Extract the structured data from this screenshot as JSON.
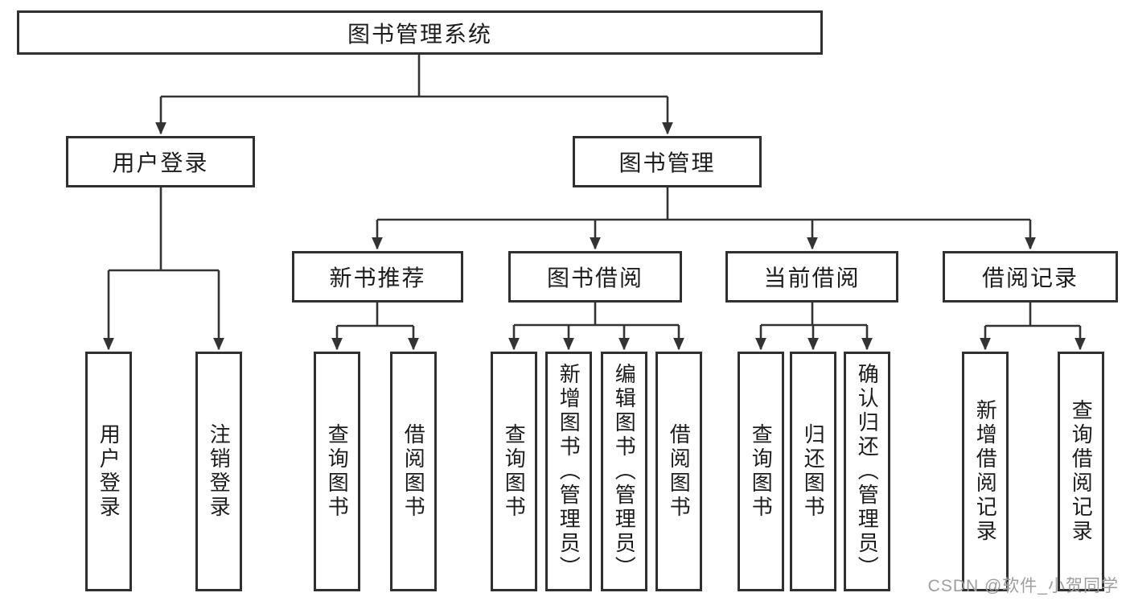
{
  "diagram_title": "图书管理系统",
  "nodes": {
    "root": "图书管理系统",
    "user_login": "用户登录",
    "book_management": "图书管理",
    "new_book_recommend": "新书推荐",
    "book_borrow": "图书借阅",
    "current_borrow": "当前借阅",
    "borrow_records": "借阅记录",
    "leaf_user_login": "用户登录",
    "leaf_logout": "注销登录",
    "nbr_query_books": "查询图书",
    "nbr_borrow_books": "借阅图书",
    "bb_query_books": "查询图书",
    "bb_add_books_admin": "新增图书（管理员）",
    "bb_edit_books_admin": "编辑图书（管理员）",
    "bb_borrow_books": "借阅图书",
    "cb_query_books": "查询图书",
    "cb_return_books": "归还图书",
    "cb_confirm_return_admin": "确认归还（管理员）",
    "br_add_record": "新增借阅记录",
    "br_query_record": "查询借阅记录"
  },
  "hierarchy": [
    {
      "parent": "图书管理系统",
      "children": [
        "用户登录",
        "图书管理"
      ]
    },
    {
      "parent": "用户登录",
      "children": [
        "用户登录",
        "注销登录"
      ]
    },
    {
      "parent": "图书管理",
      "children": [
        "新书推荐",
        "图书借阅",
        "当前借阅",
        "借阅记录"
      ]
    },
    {
      "parent": "新书推荐",
      "children": [
        "查询图书",
        "借阅图书"
      ]
    },
    {
      "parent": "图书借阅",
      "children": [
        "查询图书",
        "新增图书（管理员）",
        "编辑图书（管理员）",
        "借阅图书"
      ]
    },
    {
      "parent": "当前借阅",
      "children": [
        "查询图书",
        "归还图书",
        "确认归还（管理员）"
      ]
    },
    {
      "parent": "借阅记录",
      "children": [
        "新增借阅记录",
        "查询借阅记录"
      ]
    }
  ],
  "watermark": {
    "text": "CSDN @软件_小贺同学",
    "color": "#9e9e9e"
  },
  "colors": {
    "line": "#333333",
    "box_border": "#303030",
    "text": "#1c1c1c",
    "background": "#ffffff"
  }
}
